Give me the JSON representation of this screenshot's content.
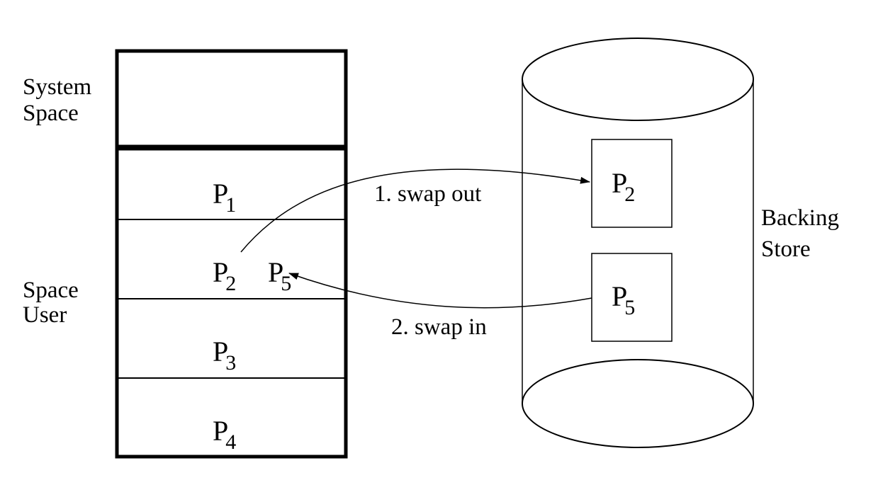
{
  "memory": {
    "system_label_line1": "System",
    "system_label_line2": "Space",
    "user_label_line1": "Space",
    "user_label_line2": "User",
    "slots": [
      {
        "letter": "P",
        "sub": "1"
      },
      {
        "letter": "P",
        "sub": "2"
      },
      {
        "letter": "P",
        "sub": "3"
      },
      {
        "letter": "P",
        "sub": "4"
      }
    ],
    "incoming": {
      "letter": "P",
      "sub": "5"
    }
  },
  "backing_store": {
    "label_line1": "Backing",
    "label_line2": "Store",
    "items": [
      {
        "letter": "P",
        "sub": "2"
      },
      {
        "letter": "P",
        "sub": "5"
      }
    ]
  },
  "arrows": {
    "swap_out": "1. swap out",
    "swap_in": "2. swap in"
  }
}
